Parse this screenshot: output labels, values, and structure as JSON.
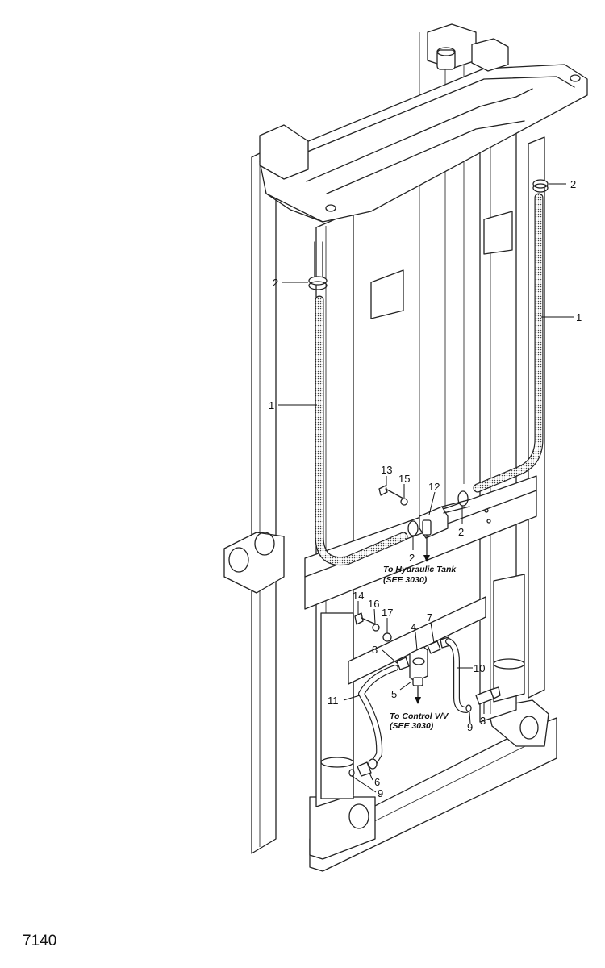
{
  "figure_number": "7140",
  "callouts": {
    "c1_left": "1",
    "c1_right": "1",
    "c2_top_right": "2",
    "c2_top_left": "2",
    "c2_mid_left": "2",
    "c2_mid_right": "2",
    "c3": "3",
    "c4": "4",
    "c5": "5",
    "c6": "6",
    "c7": "7",
    "c8": "8",
    "c9_right": "9",
    "c9_bottom": "9",
    "c10": "10",
    "c11": "11",
    "c12": "12",
    "c13": "13",
    "c14": "14",
    "c15": "15",
    "c16": "16",
    "c17": "17"
  },
  "notes": {
    "hydraulic_tank_line1": "To Hydraulic Tank",
    "hydraulic_tank_line2": "(SEE 3030)",
    "control_valve_line1": "To Control V/V",
    "control_valve_line2": "(SEE 3030)"
  },
  "colors": {
    "line": "#222222",
    "hose_fill": "pattern-dotted"
  }
}
